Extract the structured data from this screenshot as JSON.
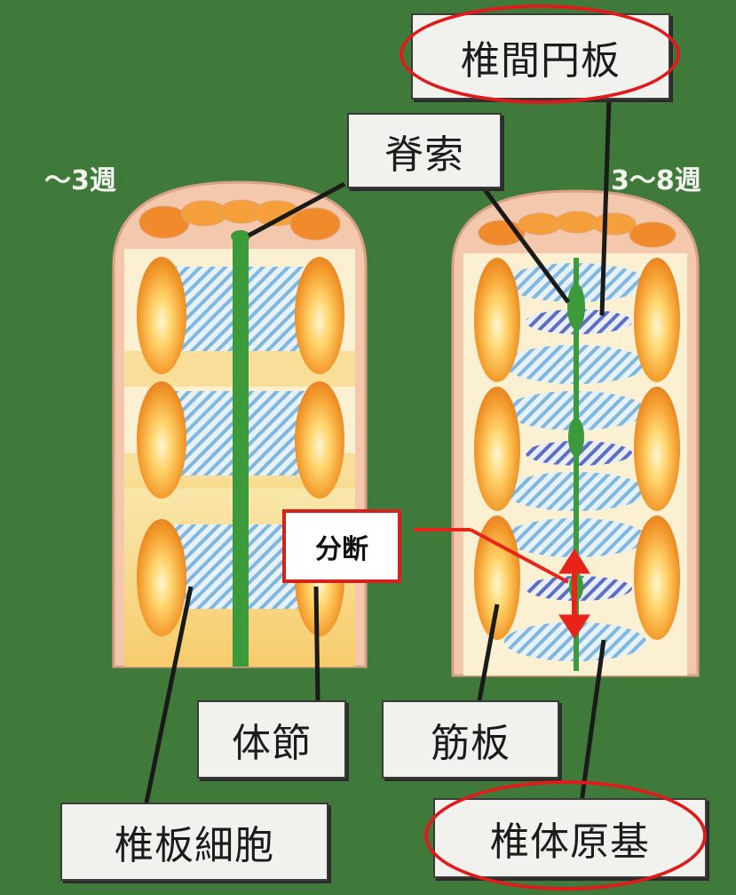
{
  "labels": {
    "intervertebral_disc": "椎間円板",
    "notochord": "脊索",
    "somite": "体節",
    "myotome": "筋板",
    "sclerotome_cells": "椎板細胞",
    "vertebral_primordium": "椎体原基",
    "segmentation": "分断"
  },
  "ages": {
    "early": "～3週",
    "late": "3～8週"
  },
  "colors": {
    "background": "#3f7a3a",
    "highlight_ring": "#e01b1b",
    "arrow": "#e8231a",
    "notochord": "#3d9a3a",
    "somite_orange": "#f08a2a",
    "hatch_blue": "#8fc3e6"
  }
}
